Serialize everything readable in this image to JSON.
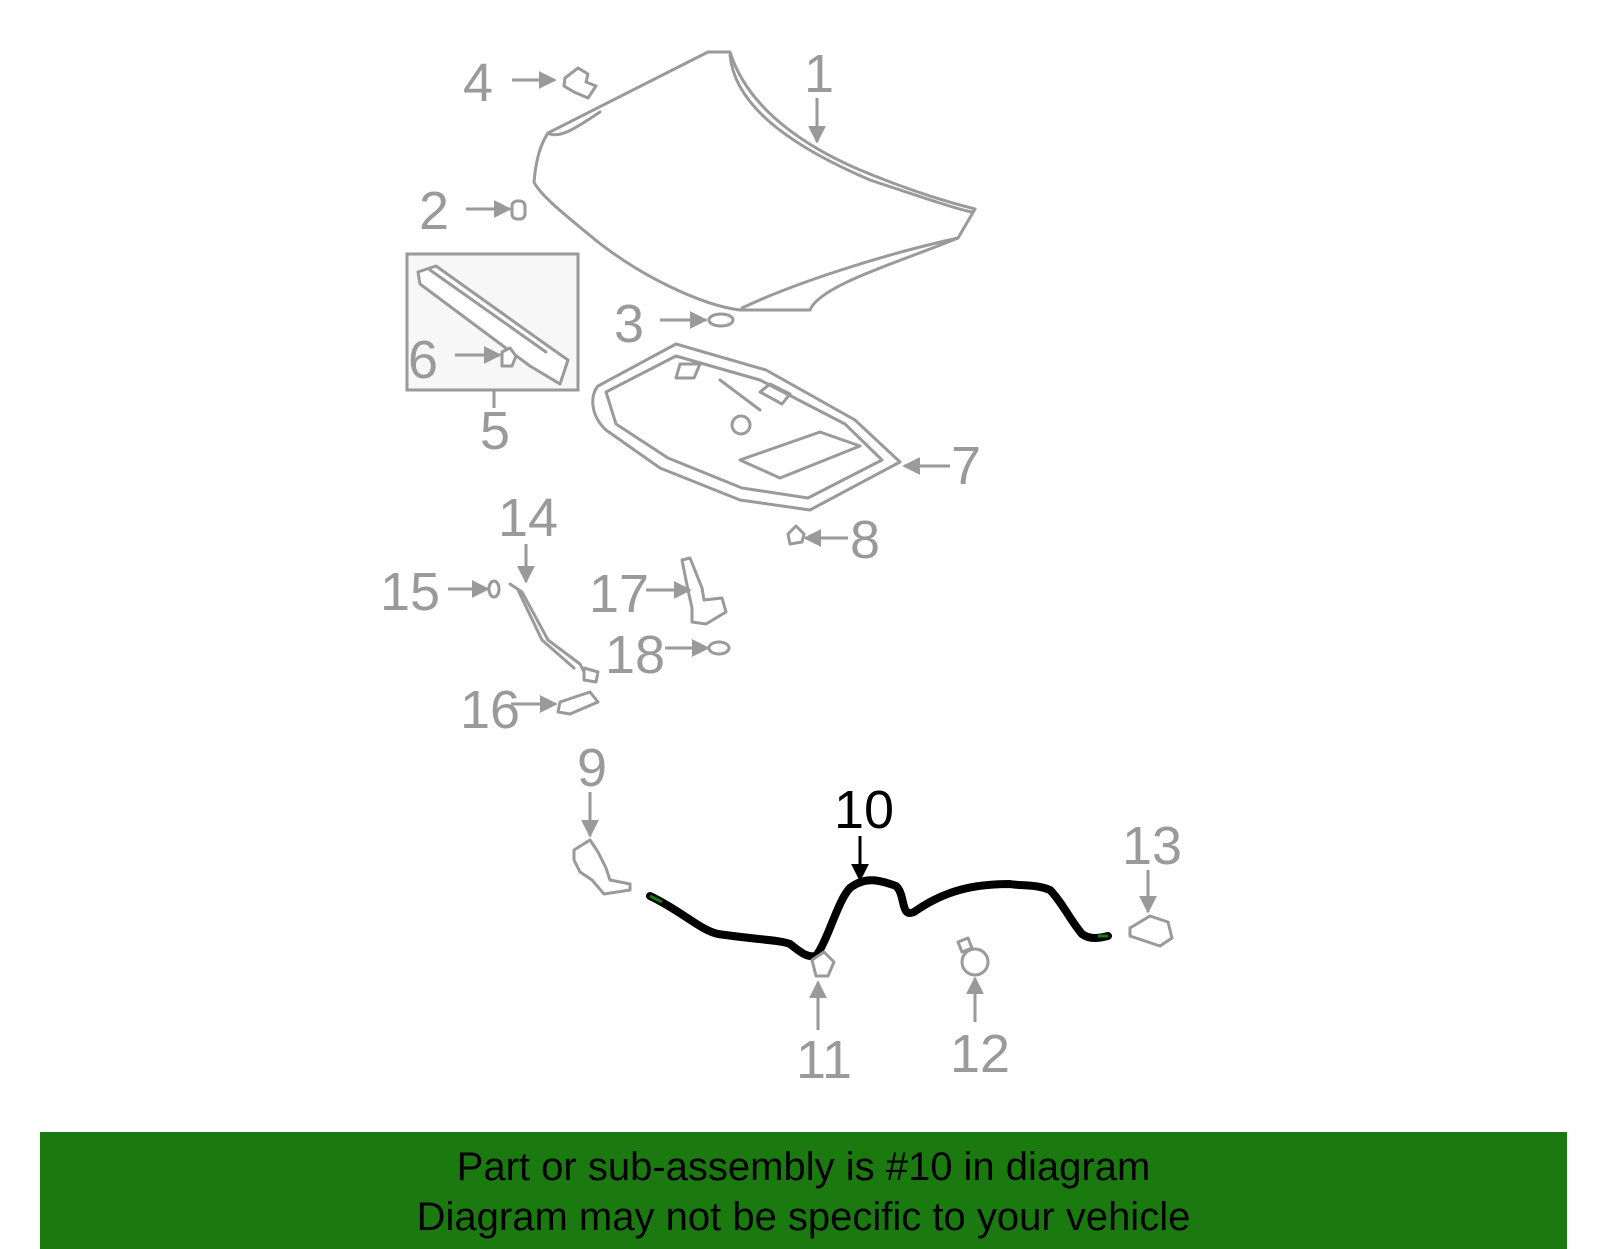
{
  "diagram": {
    "highlighted_part": "10",
    "callouts": [
      "1",
      "2",
      "3",
      "4",
      "5",
      "6",
      "7",
      "8",
      "9",
      "10",
      "11",
      "12",
      "13",
      "14",
      "15",
      "16",
      "17",
      "18"
    ]
  },
  "banner": {
    "line1": "Part or sub-assembly is #10 in diagram",
    "line2": "Diagram may not be specific to your vehicle",
    "color": "#1a7a10"
  }
}
